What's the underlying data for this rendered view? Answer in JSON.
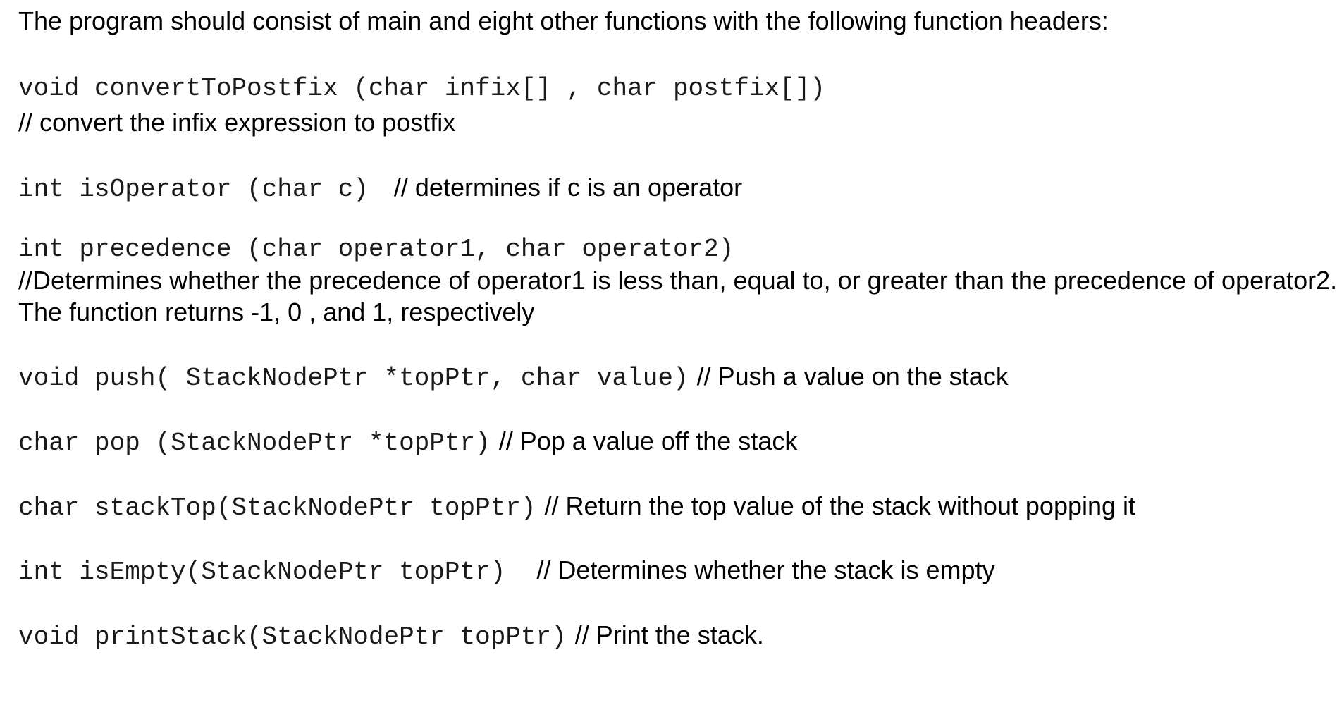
{
  "document": {
    "intro": "The program should consist of main and eight other functions with the following function headers:",
    "functions": [
      {
        "signature": "void convertToPostfix (char infix[] , char postfix[])",
        "comment": "// convert the infix expression to postfix"
      },
      {
        "signature": "int isOperator (char c)",
        "comment": "// determines if c is an operator"
      },
      {
        "signature": "int precedence (char operator1, char operator2)",
        "comment": "//Determines whether the precedence of operator1 is less than, equal to, or greater than the precedence of operator2.",
        "comment_cont": "The function returns -1, 0 , and 1, respectively"
      },
      {
        "signature": "void push( StackNodePtr *topPtr, char value)",
        "comment": "// Push a value on the stack"
      },
      {
        "signature": "char pop (StackNodePtr *topPtr)",
        "comment": "// Pop a value off the stack"
      },
      {
        "signature": "char stackTop(StackNodePtr topPtr)",
        "comment": "// Return the top value of the stack without popping it"
      },
      {
        "signature": "int isEmpty(StackNodePtr topPtr)",
        "comment": "// Determines whether the stack is empty"
      },
      {
        "signature": "void printStack(StackNodePtr topPtr)",
        "comment": "// Print the stack."
      }
    ]
  }
}
